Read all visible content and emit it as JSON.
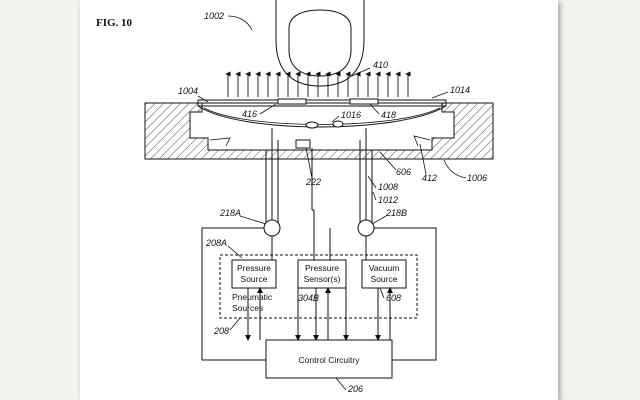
{
  "figure": {
    "title": "FIG. 10"
  },
  "labels": {
    "l1002": "1002",
    "l410": "410",
    "l1004": "1004",
    "l1014": "1014",
    "l416": "416",
    "l1016": "1016",
    "l418": "418",
    "l222": "222",
    "l606": "606",
    "l412": "412",
    "l1006": "1006",
    "l1008": "1008",
    "l1012": "1012",
    "l218a": "218A",
    "l218b": "218B",
    "l208a": "208A",
    "l304b": "304B",
    "l608": "608",
    "l208": "208",
    "l206": "206"
  },
  "boxes": {
    "pressure_source": [
      "Pressure",
      "Source"
    ],
    "pressure_sensor": [
      "Pressure",
      "Sensor(s)"
    ],
    "vacuum_source": [
      "Vacuum",
      "Source"
    ],
    "pneumatic_sources": [
      "Pneumatic",
      "Sources"
    ],
    "control_circuitry": "Control Circuitry"
  }
}
